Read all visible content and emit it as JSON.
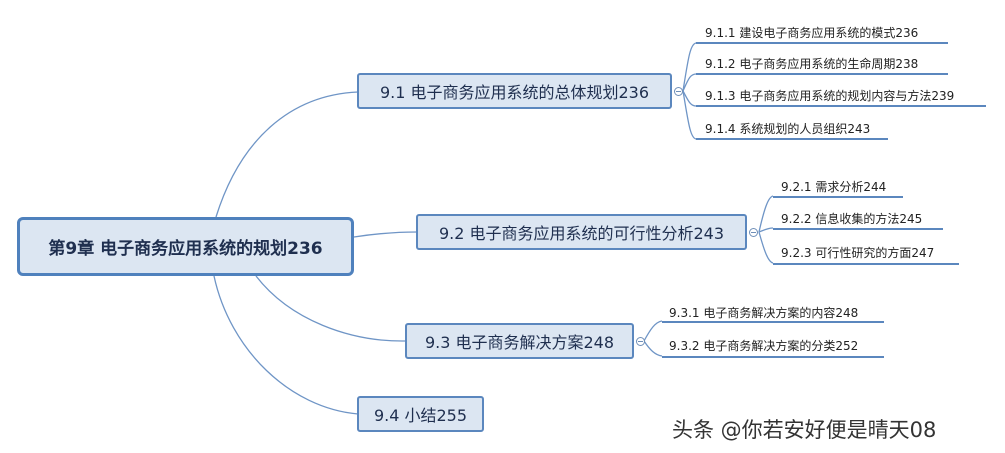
{
  "root": {
    "label": "第9章  电子商务应用系统的规划236"
  },
  "sections": [
    {
      "label": "9.1  电子商务应用系统的总体规划236",
      "children": [
        "9.1.1  建设电子商务应用系统的模式236",
        "9.1.2  电子商务应用系统的生命周期238",
        "9.1.3  电子商务应用系统的规划内容与方法239",
        "9.1.4  系统规划的人员组织243"
      ]
    },
    {
      "label": "9.2  电子商务应用系统的可行性分析243",
      "children": [
        "9.2.1  需求分析244",
        "9.2.2  信息收集的方法245",
        "9.2.3  可行性研究的方面247"
      ]
    },
    {
      "label": "9.3  电子商务解决方案248",
      "children": [
        "9.3.1  电子商务解决方案的内容248",
        "9.3.2  电子商务解决方案的分类252"
      ]
    },
    {
      "label": "9.4  小结255",
      "children": []
    }
  ],
  "watermark": "头条 @你若安好便是晴天08",
  "colors": {
    "node_fill": "#dce6f2",
    "node_border": "#4f81bd",
    "line": "#5b87be"
  }
}
